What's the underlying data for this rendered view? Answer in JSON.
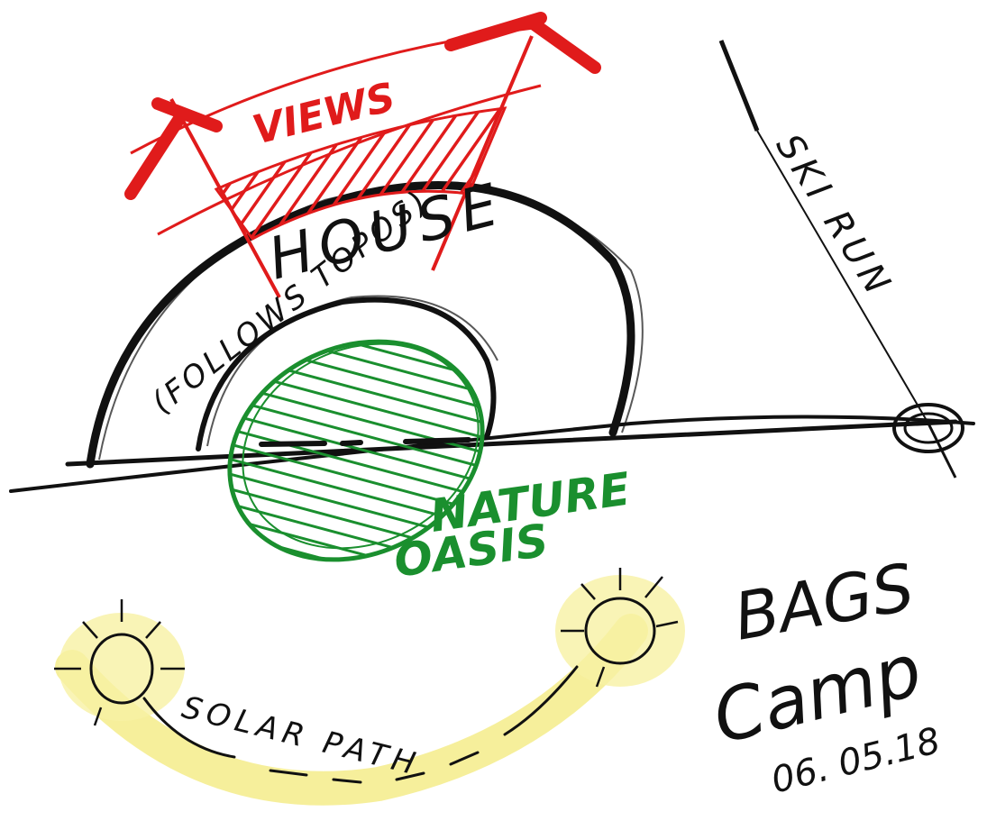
{
  "labels": {
    "views": "VIEWS",
    "house": "HOUSE",
    "follows_topos": "(FOLLOWS TOPOS)",
    "ski_run": "SKI RUN",
    "nature": "NATURE",
    "oasis": "OASIS",
    "solar_path": "SOLAR PATH"
  },
  "signature": {
    "name_line1": "BAGS",
    "name_line2": "Camp",
    "date": "06. 05.18"
  },
  "colors": {
    "ink": "#111111",
    "views": "#e01b1b",
    "nature": "#1a8f2e",
    "solar": "#f4ec8a"
  }
}
